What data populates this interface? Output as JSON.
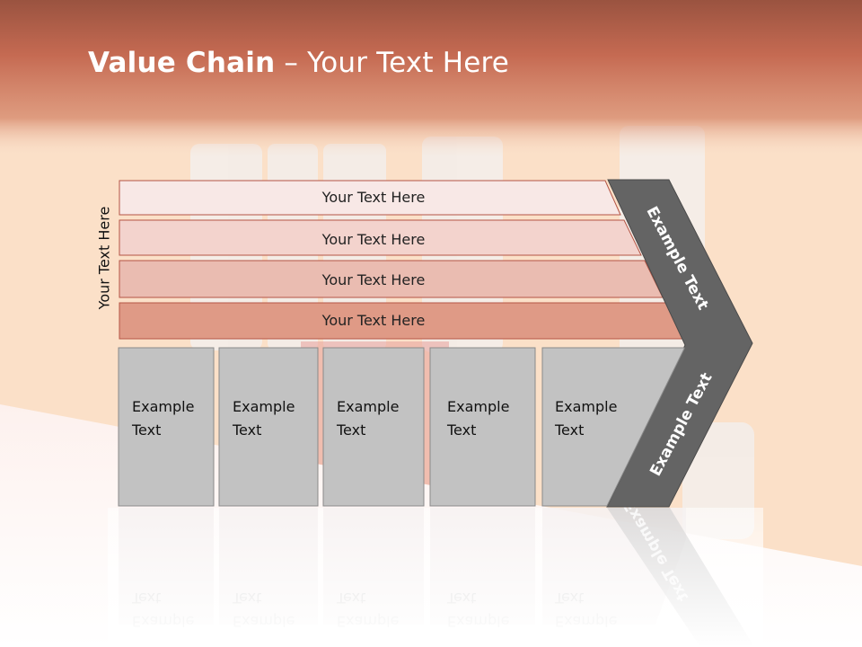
{
  "slide": {
    "title_bold": "Value Chain",
    "title_rest": " – Your Text Here",
    "side_label": "Your Text Here"
  },
  "rows": [
    {
      "label": "Your Text Here",
      "fill": "#f8e8e6"
    },
    {
      "label": "Your Text Here",
      "fill": "#f3d3cd"
    },
    {
      "label": "Your Text Here",
      "fill": "#eabcb1"
    },
    {
      "label": "Your Text Here",
      "fill": "#df9a86"
    }
  ],
  "boxes": [
    {
      "line1": "Example",
      "line2": "Text"
    },
    {
      "line1": "Example",
      "line2": "Text"
    },
    {
      "line1": "Example",
      "line2": "Text"
    },
    {
      "line1": "Example",
      "line2": "Text"
    },
    {
      "line1": "Example",
      "line2": "Text"
    }
  ],
  "chevron": {
    "upper_label": "Example Text",
    "lower_label": "Example Text"
  },
  "colors": {
    "banner": "#c8604a",
    "chevron": "#646464",
    "box_fill": "#c2c2c2",
    "row_stroke": "#b45545"
  }
}
